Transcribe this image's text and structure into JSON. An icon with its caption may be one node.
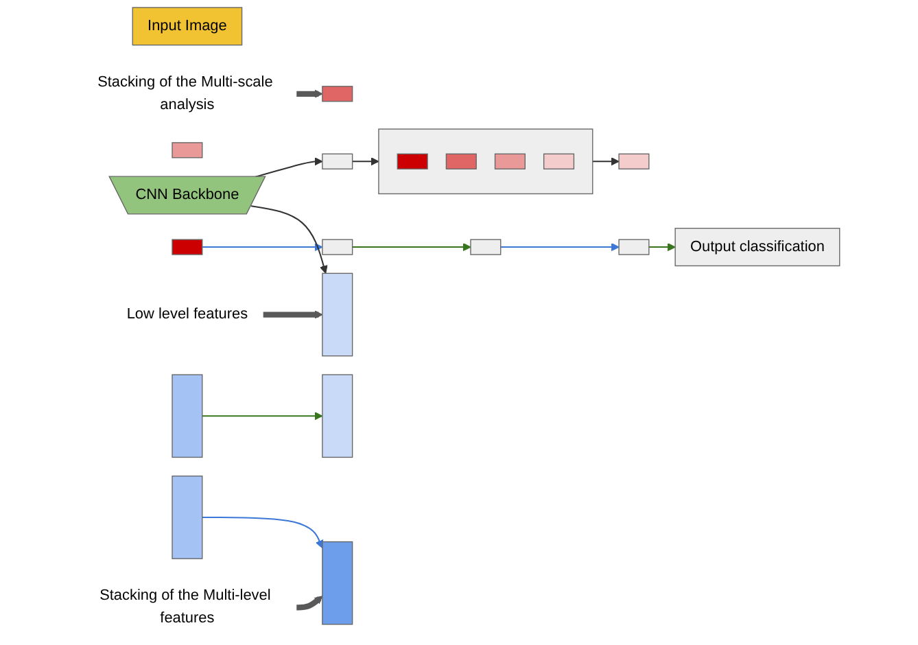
{
  "diagram": {
    "nodes": [
      {
        "text": [
          "Input Image"
        ]
      },
      {
        "text": [
          "CNN Backbone"
        ]
      },
      {
        "text": [],
        "shape": "box"
      },
      {
        "text": [],
        "shape": "box"
      },
      {
        "text": [],
        "shape": "box",
        "in": 3
      },
      {
        "text": [],
        "shape": "box",
        "in": 3
      },
      {
        "text": [],
        "shape": "box",
        "in": 3
      },
      {
        "text": [],
        "shape": "box",
        "in": 3
      },
      {
        "text": [],
        "shape": "box"
      },
      {
        "text": [],
        "shape": "box"
      },
      {
        "text": [],
        "shape": "box"
      },
      {
        "text": [],
        "shape": "box"
      },
      {
        "text": [],
        "shape": "box"
      },
      {
        "text": [
          "Stacking of the Multi-scale analysis"
        ]
      },
      {
        "text": [
          "Low level features"
        ]
      },
      {
        "text": [],
        "shape": "bar"
      },
      {
        "text": [],
        "shape": "bar"
      },
      {
        "text": [],
        "shape": "bar"
      },
      {
        "text": [],
        "shape": "bar"
      },
      {
        "text": [
          "Stacking of the Multi-level features"
        ]
      },
      {
        "text": [],
        "shape": "bar"
      },
      {
        "text": [],
        "shape": "box"
      },
      {
        "text": [],
        "shape": "box"
      },
      {
        "text": [
          "Output classification"
        ]
      }
    ],
    "edges": [
      {
        "from": 1,
        "to": 2,
        "arrow": "to"
      },
      {
        "from": 2,
        "to": 3,
        "arrow": "to"
      },
      {
        "from": 3,
        "to": 8,
        "arrow": "to"
      },
      {
        "from": 11,
        "to": 12,
        "arrow": "to",
        "color": "#3c78d8"
      },
      {
        "from": 12,
        "to": 21,
        "arrow": "to",
        "color": "#38761d"
      },
      {
        "from": 13,
        "to": 10,
        "arrow": "to",
        "style": "thick",
        "color": "#595959"
      },
      {
        "from": 1,
        "to": 15,
        "arrow": "to"
      },
      {
        "from": 14,
        "to": 15,
        "arrow": "to",
        "style": "thick",
        "color": "#595959"
      },
      {
        "from": 16,
        "to": 17,
        "arrow": "to",
        "color": "#38761d"
      },
      {
        "from": 18,
        "to": 20,
        "arrow": "to",
        "color": "#3c78d8"
      },
      {
        "from": 19,
        "to": 20,
        "arrow": "to",
        "style": "thick",
        "color": "#595959"
      },
      {
        "from": 21,
        "to": 22,
        "arrow": "to",
        "color": "#3c78d8"
      },
      {
        "from": 22,
        "to": 23,
        "arrow": "to",
        "color": "#38761d"
      }
    ]
  }
}
